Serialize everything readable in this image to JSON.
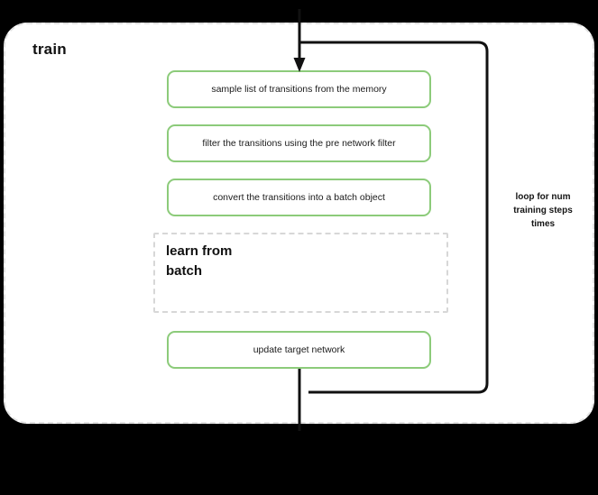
{
  "diagram": {
    "title": "train",
    "container": {
      "label": "train",
      "border_style": "dashed",
      "border_color": "#e2e2e2",
      "background": "#ffffff"
    },
    "accent_color": "#8ccb7a",
    "line_color": "#111111",
    "canvas_background": "#000000",
    "steps": [
      {
        "id": "sample",
        "label": "sample list of transitions from the memory"
      },
      {
        "id": "filter",
        "label": "filter the transitions using the pre network filter"
      },
      {
        "id": "convert",
        "label": "convert the transitions into a batch object"
      },
      {
        "id": "update",
        "label": "update target network"
      }
    ],
    "subgroup": {
      "id": "learn-from-batch",
      "label": "learn from\nbatch",
      "label_line1": "learn from",
      "label_line2": "batch",
      "border_style": "dashed",
      "border_color": "#d7d7d7"
    },
    "loop": {
      "label": "loop for num training steps times",
      "label_line1": "loop for num",
      "label_line2": "training steps",
      "label_line3": "times"
    },
    "connectors": [
      {
        "id": "entry-arrow",
        "from": "top-edge",
        "to": "sample",
        "arrowhead": true
      },
      {
        "id": "loop-top",
        "from": "entry-arrow",
        "to": "loop-right"
      },
      {
        "id": "loop-right",
        "from": "loop-top",
        "to": "loop-bottom"
      },
      {
        "id": "loop-bottom",
        "from": "loop-right",
        "to": "exit-line"
      },
      {
        "id": "exit-line",
        "from": "update",
        "to": "bottom-edge"
      }
    ]
  }
}
